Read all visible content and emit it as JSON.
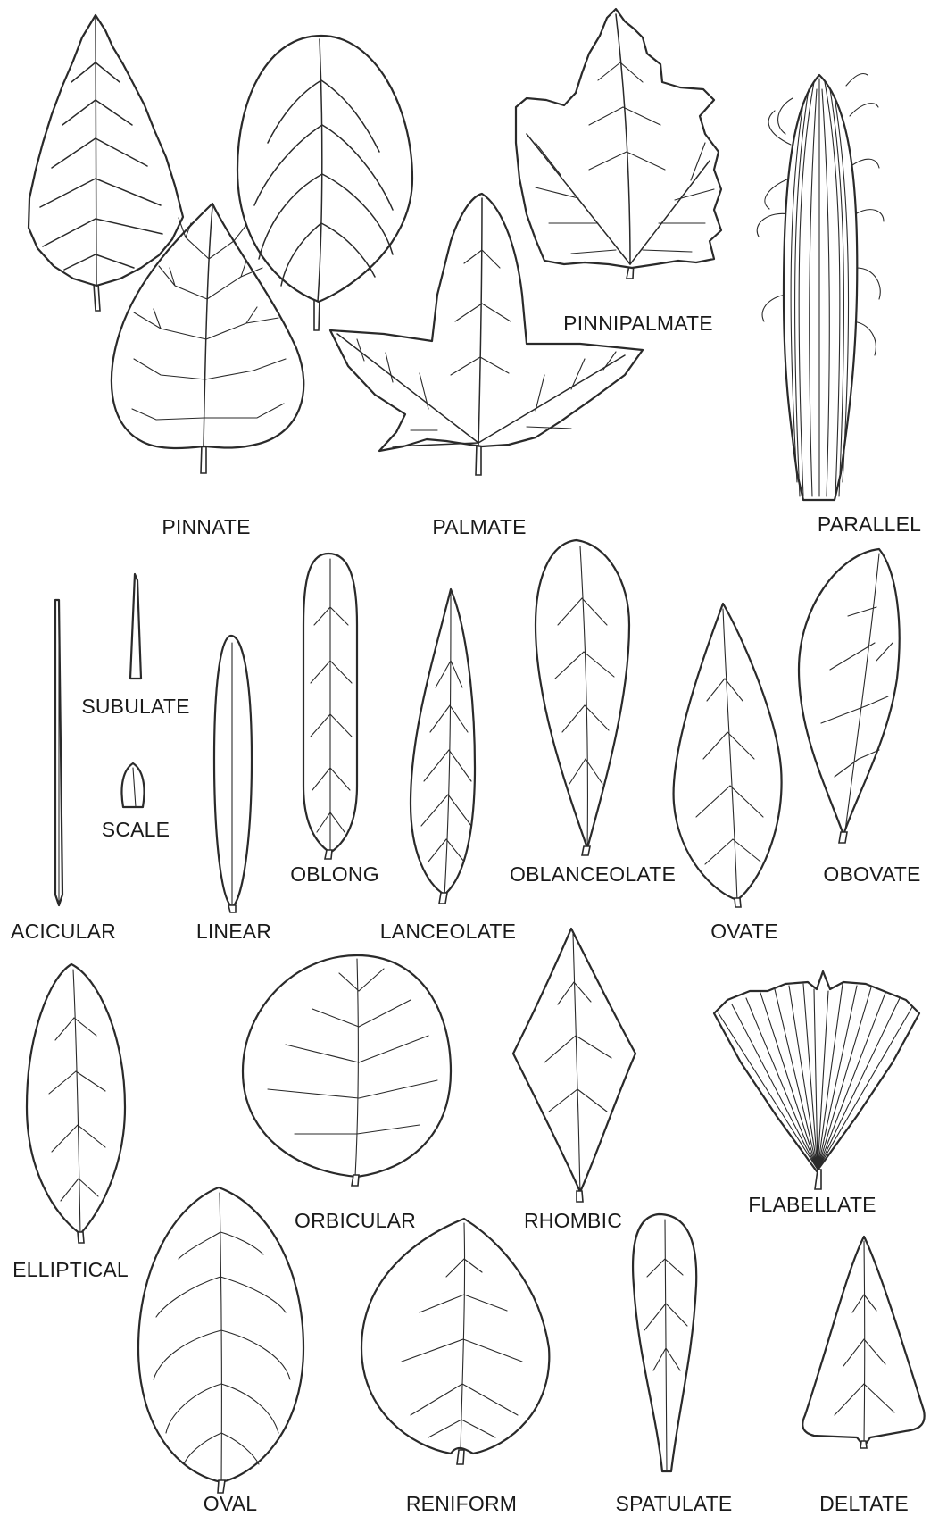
{
  "labels": {
    "pinnipalmate": "PINNIPALMATE",
    "pinnate": "PINNATE",
    "palmate": "PALMATE",
    "parallel": "PARALLEL",
    "subulate": "SUBULATE",
    "scale": "SCALE",
    "acicular": "ACICULAR",
    "linear": "LINEAR",
    "oblong": "OBLONG",
    "lanceolate": "LANCEOLATE",
    "oblanceolate": "OBLANCEOLATE",
    "ovate": "OVATE",
    "obovate": "OBOVATE",
    "elliptical": "ELLIPTICAL",
    "orbicular": "ORBICULAR",
    "rhombic": "RHOMBIC",
    "flabellate": "FLABELLATE",
    "oval": "OVAL",
    "reniform": "RENIFORM",
    "spatulate": "SPATULATE",
    "deltate": "DELTATE"
  }
}
